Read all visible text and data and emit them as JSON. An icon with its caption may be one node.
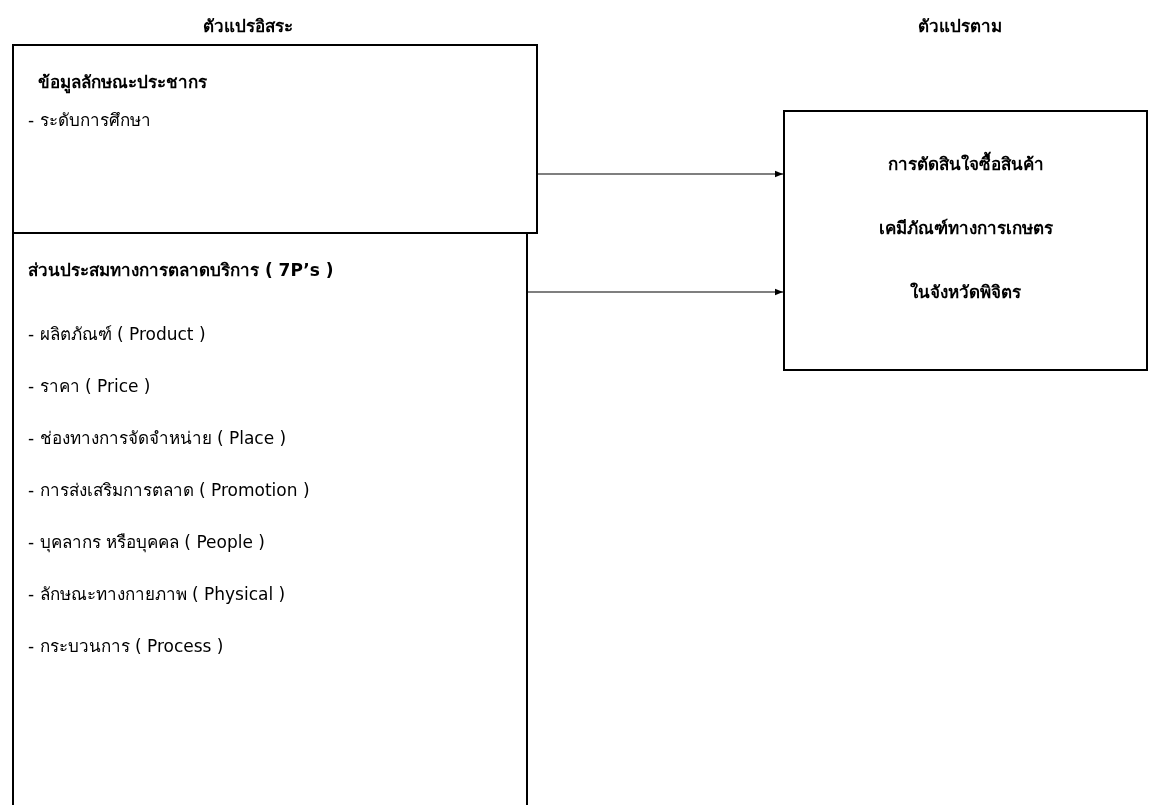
{
  "diagram": {
    "nodes": [
      {
        "text": [
          "ข้อมูลลักษณะประชากร",
          "- ระดับการศึกษา"
        ]
      },
      {
        "text": [
          "ส่วนประสมทางการตลาดบริการ ( 7P’s )",
          "- ผลิตภัณฑ์ ( Product )",
          "- ราคา ( Price )",
          "- ช่องทางการจัดจำหน่าย ( Place )",
          "- การส่งเสริมการตลาด ( Promotion )",
          "- บุคลากร หรือบุคคล ( People )",
          "- ลักษณะทางกายภาพ ( Physical )",
          "- กระบวนการ ( Process )"
        ]
      },
      {
        "text": [
          "การตัดสินใจซื้อสินค้า",
          "เคมีภัณฑ์ทางการเกษตร",
          "ในจังหวัดพิจิตร"
        ]
      }
    ],
    "edges": [
      {
        "from": 0,
        "to": 2,
        "arrow": "to"
      },
      {
        "from": 1,
        "to": 2,
        "arrow": "to"
      }
    ],
    "labels": [
      "ตัวแปรอิสระ",
      "ตัวแปรตาม"
    ]
  }
}
